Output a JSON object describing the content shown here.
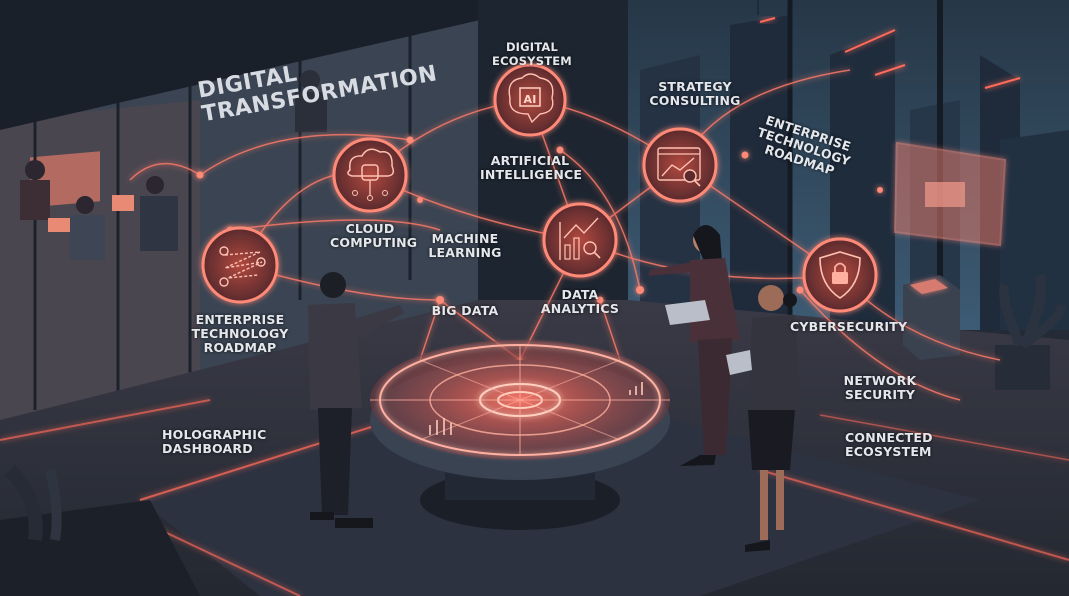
{
  "scene": {
    "title": "DIGITAL\nTRANSFORMATION",
    "colors": {
      "background": "#1e2530",
      "glow": "#ff6a5a",
      "glow_soft": "#f07a6a",
      "sky": "#2e4a63",
      "floor": "#2a303c",
      "label": "#e4e7ec"
    }
  },
  "nodes": [
    {
      "id": "ai",
      "icon": "ai-brain-icon",
      "label_top": "DIGITAL\nECOSYSTEM",
      "label": "ARTIFICIAL\nINTELLIGENCE"
    },
    {
      "id": "cloud",
      "icon": "cloud-database-icon",
      "label": "CLOUD\nCOMPUTING"
    },
    {
      "id": "roadmap",
      "icon": "roadmap-pins-icon",
      "label": "ENTERPRISE\nTECHNOLOGY\nROADMAP"
    },
    {
      "id": "analytics",
      "icon": "chart-magnifier-icon",
      "label": "DATA\nANALYTICS"
    },
    {
      "id": "strategy",
      "icon": "browser-chart-icon",
      "label": "STRATEGY\nCONSULTING"
    },
    {
      "id": "security",
      "icon": "shield-lock-icon",
      "label": "CYBERSECURITY"
    }
  ],
  "labels": {
    "machine_learning": "MACHINE\nLEARNING",
    "big_data": "BIG DATA",
    "enterprise_roadmap_right": "ENTERPRISE\nTECHNOLOGY\nROADMAP",
    "network_security": "NETWORK\nSECURITY",
    "holographic_dashboard": "HOLOGRAPHIC\nDASHBOARD",
    "connected_ecosystem": "CONNECTED\nECOSYSTEM"
  },
  "icons": {
    "ai_text": "AI"
  }
}
